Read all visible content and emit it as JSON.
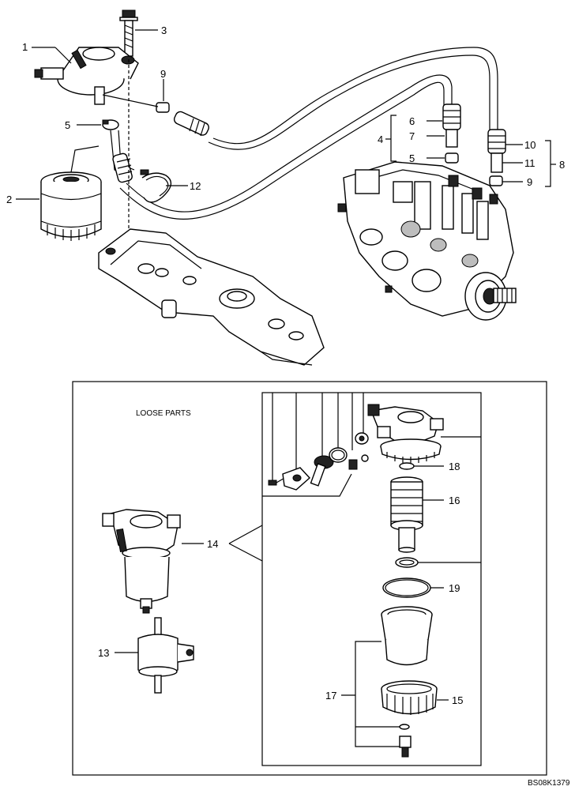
{
  "labels": {
    "l1": "1",
    "l2": "2",
    "l3": "3",
    "l4": "4",
    "l5a": "5",
    "l5b": "5",
    "l6": "6",
    "l7": "7",
    "l8": "8",
    "l9a": "9",
    "l9b": "9",
    "l10": "10",
    "l11": "11",
    "l12": "12",
    "l13": "13",
    "l14": "14",
    "l15": "15",
    "l16": "16",
    "l17": "17",
    "l18": "18",
    "l19": "19"
  },
  "loose_parts_title": "LOOSE PARTS",
  "drawing_code": "BS08K1379"
}
